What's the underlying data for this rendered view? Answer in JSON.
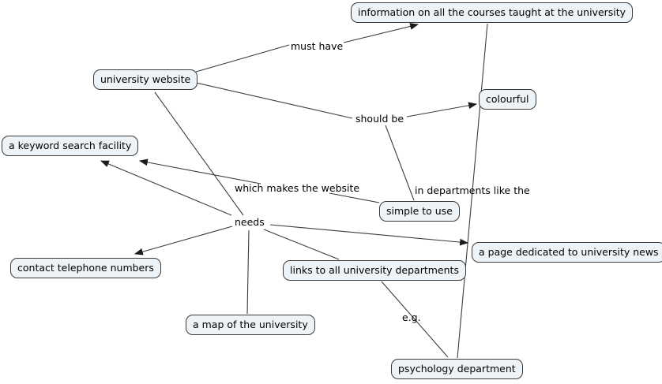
{
  "diagram_type": "concept-map",
  "nodes": {
    "info_courses": {
      "label": "information on all the courses taught at the university"
    },
    "university_website": {
      "label": "university website"
    },
    "colourful": {
      "label": "colourful"
    },
    "keyword_search": {
      "label": "a keyword search facility"
    },
    "simple_to_use": {
      "label": "simple to use"
    },
    "page_news": {
      "label": "a page dedicated to university news"
    },
    "contact_numbers": {
      "label": "contact telephone numbers"
    },
    "links_departments": {
      "label": "links to all university departments"
    },
    "map_university": {
      "label": "a map of the university"
    },
    "psychology": {
      "label": "psychology department"
    }
  },
  "link_labels": {
    "must_have": "must have",
    "should_be": "should be",
    "which_makes": "which makes the website",
    "in_departments": "in departments like the",
    "needs": "needs",
    "eg": "e.g."
  },
  "relationships": [
    {
      "from": "university website",
      "link": "must have",
      "to": "information on all the courses taught at the university",
      "arrow": true
    },
    {
      "from": "university website",
      "link": "should be",
      "to": "colourful",
      "arrow": true
    },
    {
      "from": "university website",
      "link": "should be",
      "to": "simple to use",
      "arrow": false
    },
    {
      "from": "simple to use",
      "link": "which makes the website",
      "to": "a keyword search facility",
      "arrow": true
    },
    {
      "from": "university website",
      "link": "needs",
      "to": "a keyword search facility",
      "arrow": true
    },
    {
      "from": "university website",
      "link": "needs",
      "to": "contact telephone numbers",
      "arrow": true
    },
    {
      "from": "university website",
      "link": "needs",
      "to": "a map of the university",
      "arrow": false
    },
    {
      "from": "university website",
      "link": "needs",
      "to": "links to all university departments",
      "arrow": false
    },
    {
      "from": "university website",
      "link": "needs",
      "to": "a page dedicated to university news",
      "arrow": true
    },
    {
      "from": "information on all the courses taught at the university",
      "link": "in departments like the",
      "to": "psychology department",
      "arrow": false
    },
    {
      "from": "links to all university departments",
      "link": "e.g.",
      "to": "psychology department",
      "arrow": false
    }
  ],
  "colors": {
    "background": "#ffffff",
    "node_fill": "#edf3f6",
    "node_border": "#3a3a3a",
    "edge": "#3c3c3c",
    "text": "#000000"
  }
}
